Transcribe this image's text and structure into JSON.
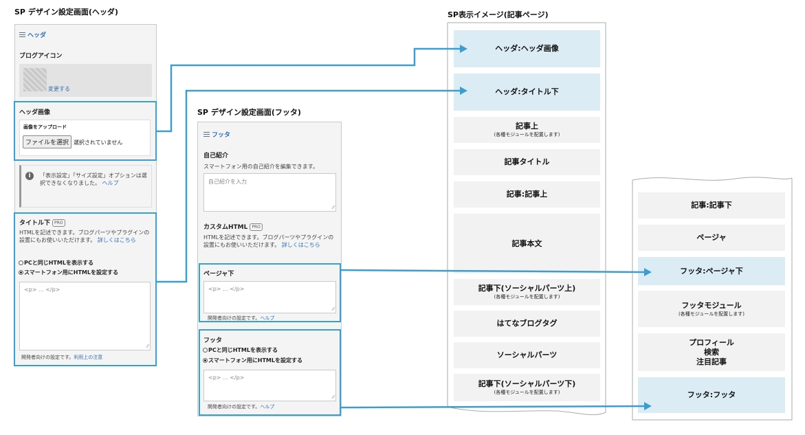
{
  "headings": {
    "header_screen": "SP デザイン設定画面(ヘッダ)",
    "footer_screen": "SP デザイン設定画面(フッタ)",
    "preview": "SP表示イメージ(記事ページ)"
  },
  "header_panel": {
    "title": "ヘッダ",
    "blog_icon_label": "ブログアイコン",
    "change_link": "変更する",
    "header_image": {
      "label": "ヘッダ画像",
      "upload_label": "画像をアップロード",
      "file_button": "ファイルを選択",
      "file_status": "選択されていません"
    },
    "notice": {
      "text": "「表示設定」「サイズ設定」オプションは選択できなくなりました。",
      "link": "ヘルプ"
    },
    "title_below": {
      "label": "タイトル下",
      "pro": "PRO",
      "description": "HTMLを記述できます。ブログパーツやプラグインの設置にもお使いいただけます。",
      "more_link": "詳しくはこちら",
      "option_same": "PCと同じHTMLを表示する",
      "option_sp": "スマートフォン用にHTMLを設定する",
      "placeholder": "<p> ... </p>",
      "footer_note": "開発者向けの設定です。",
      "footer_link": "利用上の注意"
    }
  },
  "footer_panel": {
    "title": "フッタ",
    "intro": {
      "label": "自己紹介",
      "description": "スマートフォン用の自己紹介を編集できます。",
      "placeholder": "自己紹介を入力"
    },
    "custom_html": {
      "label": "カスタムHTML",
      "pro": "PRO",
      "description": "HTMLを記述できます。ブログパーツやプラグインの設置にもお使いいただけます。",
      "more_link": "詳しくはこちら"
    },
    "pager_below": {
      "label": "ページャ下",
      "placeholder": "<p> ... </p>",
      "note": "開発者向けの設定です。",
      "link": "ヘルプ"
    },
    "footer": {
      "label": "フッタ",
      "option_same": "PCと同じHTMLを表示する",
      "option_sp": "スマートフォン用にHTMLを設定する",
      "placeholder": "<p> ... </p>",
      "note": "開発者向けの設定です。",
      "link": "ヘルプ"
    }
  },
  "preview_left": [
    {
      "main": "ヘッダ:ヘッダ画像",
      "sub": "",
      "highlight": true
    },
    {
      "main": "ヘッダ:タイトル下",
      "sub": "",
      "highlight": true
    },
    {
      "main": "記事上",
      "sub": "(各種モジュールを配置します)",
      "highlight": false
    },
    {
      "main": "記事タイトル",
      "sub": "",
      "highlight": false
    },
    {
      "main": "記事:記事上",
      "sub": "",
      "highlight": false
    },
    {
      "main": "記事本文",
      "sub": "",
      "highlight": false
    },
    {
      "main": "記事下(ソーシャルパーツ上)",
      "sub": "(各種モジュールを配置します)",
      "highlight": false
    },
    {
      "main": "はてなブログタグ",
      "sub": "",
      "highlight": false
    },
    {
      "main": "ソーシャルパーツ",
      "sub": "",
      "highlight": false
    },
    {
      "main": "記事下(ソーシャルパーツ下)",
      "sub": "(各種モジュールを配置します)",
      "highlight": false
    }
  ],
  "preview_right": [
    {
      "main": "記事:記事下",
      "sub": "",
      "highlight": false
    },
    {
      "main": "ページャ",
      "sub": "",
      "highlight": false
    },
    {
      "main": "フッタ:ページャ下",
      "sub": "",
      "highlight": true
    },
    {
      "main": "フッタモジュール",
      "sub": "(各種モジュールを配置します)",
      "highlight": false
    },
    {
      "main": "プロフィール\n検索\n注目記事",
      "sub": "",
      "highlight": false
    },
    {
      "main": "フッタ:フッタ",
      "sub": "",
      "highlight": true
    }
  ],
  "colors": {
    "connector": "#3a9fd0",
    "highlight_fill": "#dcecf5",
    "block_fill": "#f2f2f2",
    "link": "#2c6fb7"
  }
}
